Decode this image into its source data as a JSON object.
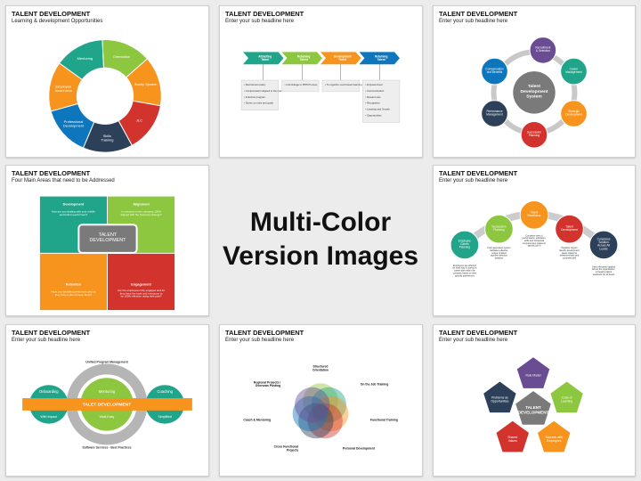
{
  "headline": {
    "line1": "Multi-Color",
    "line2": "Version Images"
  },
  "slides": [
    {
      "title": "TALENT DEVELOPMENT",
      "subtitle": "Learning & development Opportunities",
      "segments": [
        "Orientation",
        "Buddy System",
        "JLC",
        "Skills Training",
        "Professional Development",
        "Employee Awareness",
        "Mentoring"
      ]
    },
    {
      "title": "TALENT DEVELOPMENT",
      "subtitle": "Enter your sub headline here",
      "steps": [
        "Attracting Talent",
        "Retaining Talent",
        "Development Talent",
        "Retaining Talent"
      ],
      "lists": [
        [
          "Recruitment policy",
          "Compensation aligned to the market",
          "Induction program",
          "Stores on roles and goals"
        ],
        [
          "Link-linkage to PMS Process"
        ],
        [
          "To organize need based learning and development intervention"
        ],
        [
          "Empowerment",
          "Communication",
          "Reward sets",
          "Recognition",
          "Learning and Growth",
          "Opportunities"
        ]
      ]
    },
    {
      "title": "TALENT DEVELOPMENT",
      "subtitle": "Enter your sub headline here",
      "center": "Talent Development System",
      "nodes": [
        "Recruitment & Selection",
        "Career Management",
        "Strategic Development",
        "Succession Planning",
        "Performance Management",
        "Compensation and Benefits"
      ]
    },
    {
      "title": "TALENT DEVELOPMENT",
      "subtitle": "Four Main Areas that need to be Addressed",
      "center": "TALENT DEVELOPMENT",
      "quadrants": [
        {
          "head": "Development",
          "body": "How are you dealing with your middle and bottom performers?"
        },
        {
          "head": "Alignment",
          "body": "Is everyone in the company 100% aligned with the business strategy?"
        },
        {
          "head": "Retention",
          "body": "Have you identified performers and do they have a plan to keep them?"
        },
        {
          "head": "Engagement",
          "body": "Are the employees fully engaged and do they have the tools and resources to be 100% effective doing their jobs?"
        }
      ]
    },
    {
      "title": "TALENT DEVELOPMENT",
      "subtitle": "Enter your sub headline here",
      "circles": [
        "Employee Career Planning",
        "Succession Planning",
        "Talent Readiness",
        "Talent Development",
        "Conscious Solution Across All Levels"
      ],
      "notes": [
        "Employees are effected an easy way to pursue a career path within the company based on their specific preferences",
        "Fully automated system facilitates effective review of talent pipeline direction analytics",
        "Complete view of performance, education, skills and behavioral competencies related to specific job fit",
        "Paradise reports identify development areas related to behaviors/traits and competencies",
        "Used effectively applied across the organization, increasing talent readiness for all levels"
      ]
    },
    {
      "title": "TALENT DEVELOPMENT",
      "subtitle": "Enter your sub headline here",
      "arc_top": "Unified Program Management",
      "arc_bottom": "Software Services · Best Practices",
      "left_top": "Onboarding",
      "left_bottom": "With Impact",
      "mid_top": "Mentoring",
      "mid_bottom": "Walk Easy",
      "right_top": "Coaching",
      "right_bottom": "Simplified",
      "bar": "TALET DEVELOPMENT"
    },
    {
      "title": "TALENT DEVELOPMENT",
      "subtitle": "Enter your sub headline here",
      "labels": [
        "Structured Orientation",
        "On the Job Training",
        "Functional Training",
        "Personal Development",
        "Cross Functional Projects",
        "Coach & Mentoring",
        "Regional Projects / Overseas Posting"
      ]
    },
    {
      "title": "TALENT DEVELOPMENT",
      "subtitle": "Enter your sub headline here",
      "center": "TALENT DEVELOPMENT",
      "items": [
        "Role Model",
        "Code of Learning",
        "Success with Employees",
        "Shared Values",
        "Problems as Opportunities"
      ]
    }
  ],
  "colors": {
    "green": "#20a58a",
    "lime": "#8dc63f",
    "orange": "#f7941d",
    "red": "#d2332d",
    "navy": "#2d4059",
    "blue": "#0e76bc",
    "purple": "#6a4c93",
    "grey": "#7a7a7a"
  }
}
